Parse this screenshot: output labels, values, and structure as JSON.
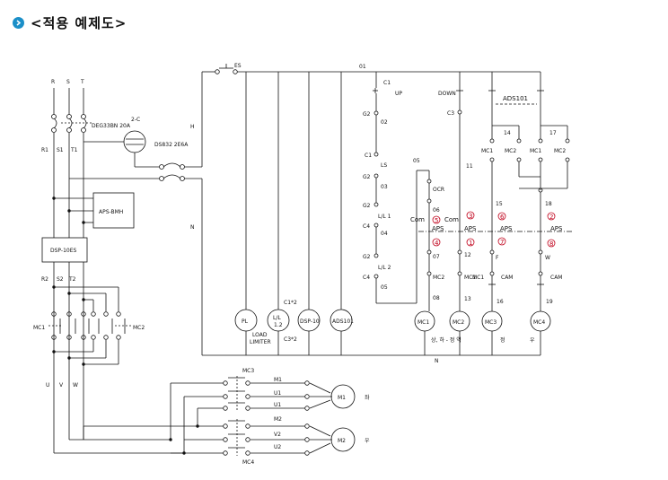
{
  "header": {
    "title": "<적용 예제도>",
    "bullet_color": "#1b8fc8"
  },
  "labels": {
    "r": "R",
    "s": "S",
    "t": "T",
    "r1": "R1",
    "s1": "S1",
    "t1": "T1",
    "breaker": "DEG33BN 20A",
    "meter": "2-C",
    "fuse": "DS832 2E6A",
    "h": "H",
    "n": "N",
    "aps_bmh": "APS-BMH",
    "dsp_10es": "DSP-10ES",
    "r2": "R2",
    "s2": "S2",
    "t2": "T2",
    "mc1": "MC1",
    "mc2": "MC2",
    "u": "U",
    "v": "V",
    "w": "W",
    "es": "ES",
    "o1": "01",
    "pl": "PL",
    "ll_1": "L/L",
    "ll_2": "1.2",
    "load_1": "LOAD",
    "load_2": "LIMITER",
    "c1_2": "C1*2",
    "c3_2": "C3*2",
    "dsp10": "DSP-10",
    "ads101": "ADS101",
    "c1": "C1",
    "up": "UP",
    "g2": "G2",
    "o2": "02",
    "ls": "LS",
    "o3": "03",
    "ll1": "L/L 1",
    "c4": "C4",
    "o4": "04",
    "ll2": "L/L 2",
    "o5": "05",
    "down": "DOWN",
    "c3": "C3",
    "n05": "05",
    "ocr": "OCR",
    "n06": "06",
    "com": "Com",
    "aps": "APS",
    "n07": "07",
    "n08": "08",
    "n11": "11",
    "n12": "12",
    "n13": "13",
    "n14": "14",
    "n15": "15",
    "n16": "16",
    "n17": "17",
    "n18": "18",
    "n19": "19",
    "f": "F",
    "wl": "W",
    "cam": "CAM",
    "mc3": "MC3",
    "mc4": "MC4",
    "circ_5": "5",
    "circ_4": "4",
    "circ_3": "3",
    "circ_1": "1",
    "circ_6": "6",
    "circ_7": "7",
    "circ_2": "2",
    "circ_8": "8",
    "sangha": "상, 하 - 정 역",
    "jeong": "정",
    "yeok": "우",
    "m1": "M1",
    "u1": "U1",
    "m2": "M2",
    "v2": "V2",
    "u2": "U2",
    "motor1": "M1",
    "motor2": "M2",
    "jo": "좌",
    "u_r": "우"
  },
  "colors": {
    "line": "#111111",
    "number_circle": "#c0001a"
  }
}
